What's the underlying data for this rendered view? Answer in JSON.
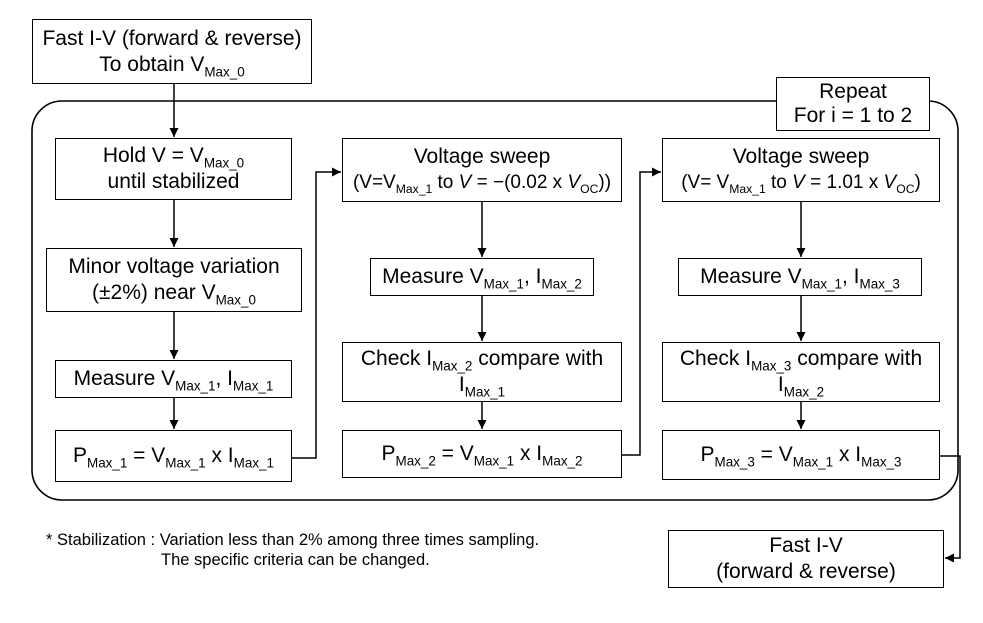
{
  "start_box": {
    "line1": "Fast I-V (forward & reverse)",
    "line2": "To obtain V",
    "line2_sub": "Max_0"
  },
  "repeat_box": {
    "line1": "Repeat",
    "line2": "For i = 1 to 2"
  },
  "hold_box": {
    "line1": "Hold V = V",
    "line1_sub": "Max_0",
    "line2": "until stabilized"
  },
  "variation_box": {
    "line1": "Minor voltage variation",
    "line2": "(±2%) near V",
    "line2_sub": "Max_0"
  },
  "measure_1": {
    "v": "Measure V",
    "v_sub": "Max_1",
    "i": ", I",
    "i_sub": "Max_1"
  },
  "power_1": {
    "p": "P",
    "p_sub": "Max_1",
    "v": " = V",
    "v_sub": "Max_1",
    "i": " x I",
    "i_sub": "Max_1"
  },
  "sweep_2": {
    "line1": "Voltage sweep",
    "start": "(V=V",
    "start_sub": "Max_1",
    "to": " to ",
    "v": "V",
    "expr": " = −(0.02 x ",
    "voc": "V",
    "voc_sub": "OC",
    "end": "))"
  },
  "measure_2": {
    "v": "Measure V",
    "v_sub": "Max_1",
    "i": ", I",
    "i_sub": "Max_2"
  },
  "check_2": {
    "line1": "Check I",
    "line1_sub": "Max_2",
    "line1_rest": " compare with",
    "line2": "I",
    "line2_sub": "Max_1"
  },
  "power_2": {
    "p": "P",
    "p_sub": "Max_2",
    "v": " = V",
    "v_sub": "Max_1",
    "i": " x I",
    "i_sub": "Max_2"
  },
  "sweep_3": {
    "line1": "Voltage sweep",
    "start": "(V= V",
    "start_sub": "Max_1",
    "to": " to ",
    "v": "V",
    "expr": " = 1.01 x ",
    "voc": "V",
    "voc_sub": "OC",
    "end": ")"
  },
  "measure_3": {
    "v": "Measure V",
    "v_sub": "Max_1",
    "i": ", I",
    "i_sub": "Max_3"
  },
  "check_3": {
    "line1": "Check I",
    "line1_sub": "Max_3",
    "line1_rest": " compare with",
    "line2": "I",
    "line2_sub": "Max_2"
  },
  "power_3": {
    "p": "P",
    "p_sub": "Max_3",
    "v": " = V",
    "v_sub": "Max_1",
    "i": " x I",
    "i_sub": "Max_3"
  },
  "end_box": {
    "line1": "Fast I-V",
    "line2": "(forward & reverse)"
  },
  "footnote": {
    "line1": "* Stabilization : Variation less than 2% among three times sampling.",
    "line2": "The specific criteria can be changed."
  }
}
